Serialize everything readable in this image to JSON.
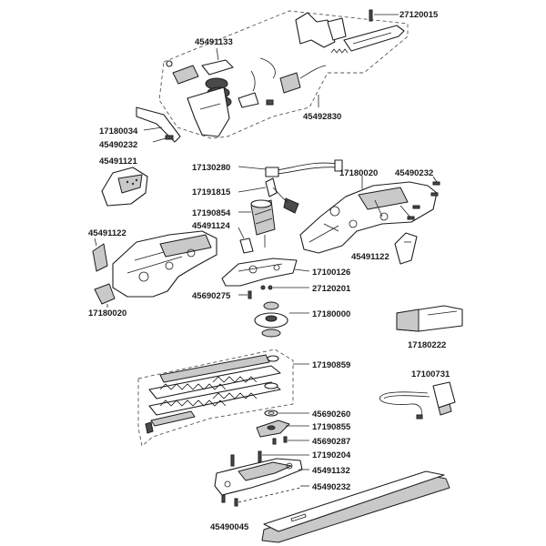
{
  "part_numbers": {
    "p27120015": "27120015",
    "p45491133": "45491133",
    "p45492830": "45492830",
    "p17180034": "17180034",
    "p45490232a": "45490232",
    "p45491121": "45491121",
    "p17130280": "17130280",
    "p17191815": "17191815",
    "p17180020a": "17180020",
    "p45490232b": "45490232",
    "p17190854": "17190854",
    "p45491124": "45491124",
    "p45491122a": "45491122",
    "p45491122b": "45491122",
    "p17100126": "17100126",
    "p17180020b": "17180020",
    "p45690275": "45690275",
    "p27120201": "27120201",
    "p17180000": "17180000",
    "p17180222": "17180222",
    "p17190859": "17190859",
    "p17100731": "17100731",
    "p45690260": "45690260",
    "p17190855": "17190855",
    "p45690287": "45690287",
    "p17190204": "17190204",
    "p45491132": "45491132",
    "p45490232c": "45490232",
    "p45490045": "45490045"
  }
}
